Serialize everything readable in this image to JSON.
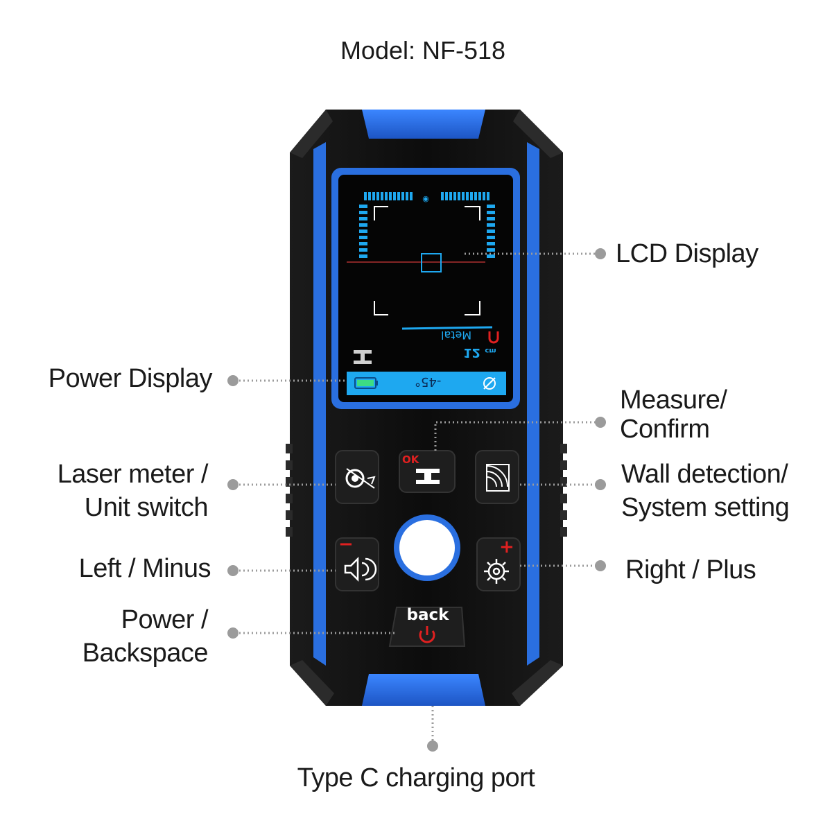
{
  "title": "Model: NF-518",
  "labels": {
    "lcd_display": "LCD Display",
    "power_display": "Power Display",
    "measure_confirm": [
      "Measure/",
      "Confirm"
    ],
    "laser_unit": [
      "Laser meter /",
      "Unit switch"
    ],
    "wall_system": [
      "Wall detection/",
      "System setting"
    ],
    "left_minus": "Left / Minus",
    "right_plus": "Right / Plus",
    "power_backspace": [
      "Power /",
      "Backspace"
    ],
    "typec": "Type C charging port"
  },
  "screen": {
    "depth": "12",
    "depth_unit": "cm",
    "mode": "Metal",
    "angle": "-45°"
  },
  "buttons": {
    "ok_tag": "OK",
    "back": "back",
    "minus": "−",
    "plus": "+"
  },
  "colors": {
    "body": "#111111",
    "accent_blue": "#2a6fe0",
    "screen_cyan": "#1ea8f0",
    "red": "#e02020"
  }
}
